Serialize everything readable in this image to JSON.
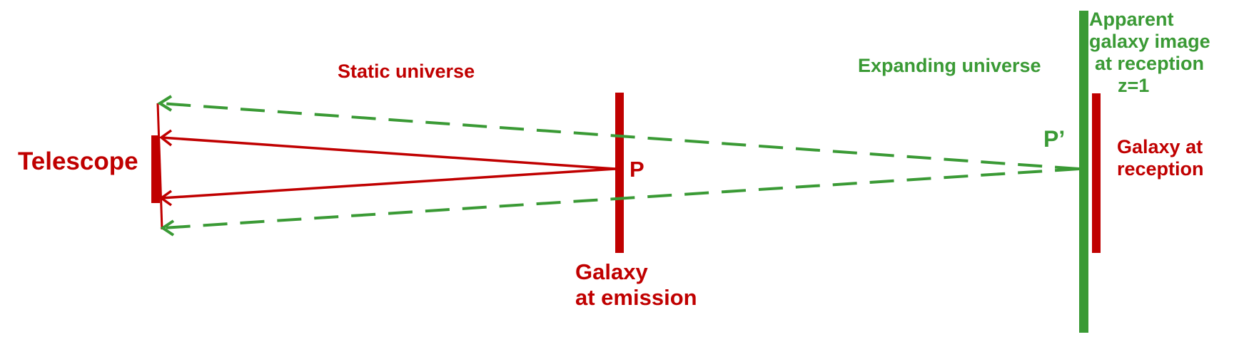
{
  "colors": {
    "static": "#c00000",
    "expanding": "#3a9a35",
    "background": "#ffffff"
  },
  "labels": {
    "telescope": "Telescope",
    "static_universe": "Static universe",
    "expanding_universe": "Expanding universe",
    "point_p": "P",
    "point_p_prime": "P’",
    "galaxy_emission_line1": "Galaxy",
    "galaxy_emission_line2": "at emission",
    "apparent_line1": "Apparent",
    "apparent_line2": "galaxy image",
    "apparent_line3": "at reception",
    "redshift": "z=1",
    "galaxy_reception_line1": "Galaxy at",
    "galaxy_reception_line2": "reception"
  }
}
